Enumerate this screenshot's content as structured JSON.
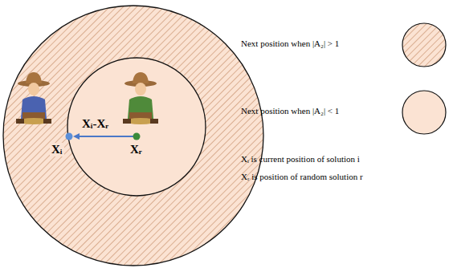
{
  "diagram": {
    "labels": [
      "Xᵢ-Xᵣ",
      "Xᵢ",
      "Xᵣ",
      "Xᵢ is current position of solution i",
      "Xᵣ is position of random solution r"
    ],
    "legend": [
      {
        "text": "Next position when |A₂| > 1"
      },
      {
        "text": "Next position when |A₂| < 1",
        "color": "#fbe3d3"
      }
    ]
  }
}
